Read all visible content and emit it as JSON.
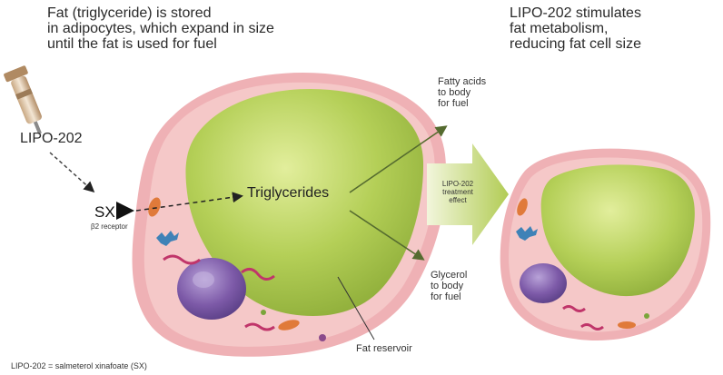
{
  "heading_left": [
    "Fat (triglyceride) is stored",
    "in adipocytes, which expand in size",
    "until the fat is used for fuel"
  ],
  "heading_right": [
    "LIPO-202 stimulates",
    "fat metabolism,",
    "reducing fat cell size"
  ],
  "labels": {
    "lipo202": "LIPO-202",
    "sx": "SX",
    "b2_receptor": "β2 receptor",
    "triglycerides": "Triglycerides",
    "fatty_acids": [
      "Fatty acids",
      "to body",
      "for fuel"
    ],
    "glycerol": [
      "Glycerol",
      "to body",
      "for fuel"
    ],
    "treatment_effect": [
      "LIPO-202",
      "treatment",
      "effect"
    ],
    "fat_reservoir": "Fat reservoir"
  },
  "footnote": "LIPO-202 = salmeterol xinafoate (SX)",
  "colors": {
    "membrane": "#efb1b5",
    "cytoplasm": "#f5c8c8",
    "fat": "#b4cf57",
    "fat_light": "#dcea9a",
    "nucleus": "#7d5aa8",
    "arrow_big": "#c3d97a",
    "arrow_line": "#556b2f"
  }
}
